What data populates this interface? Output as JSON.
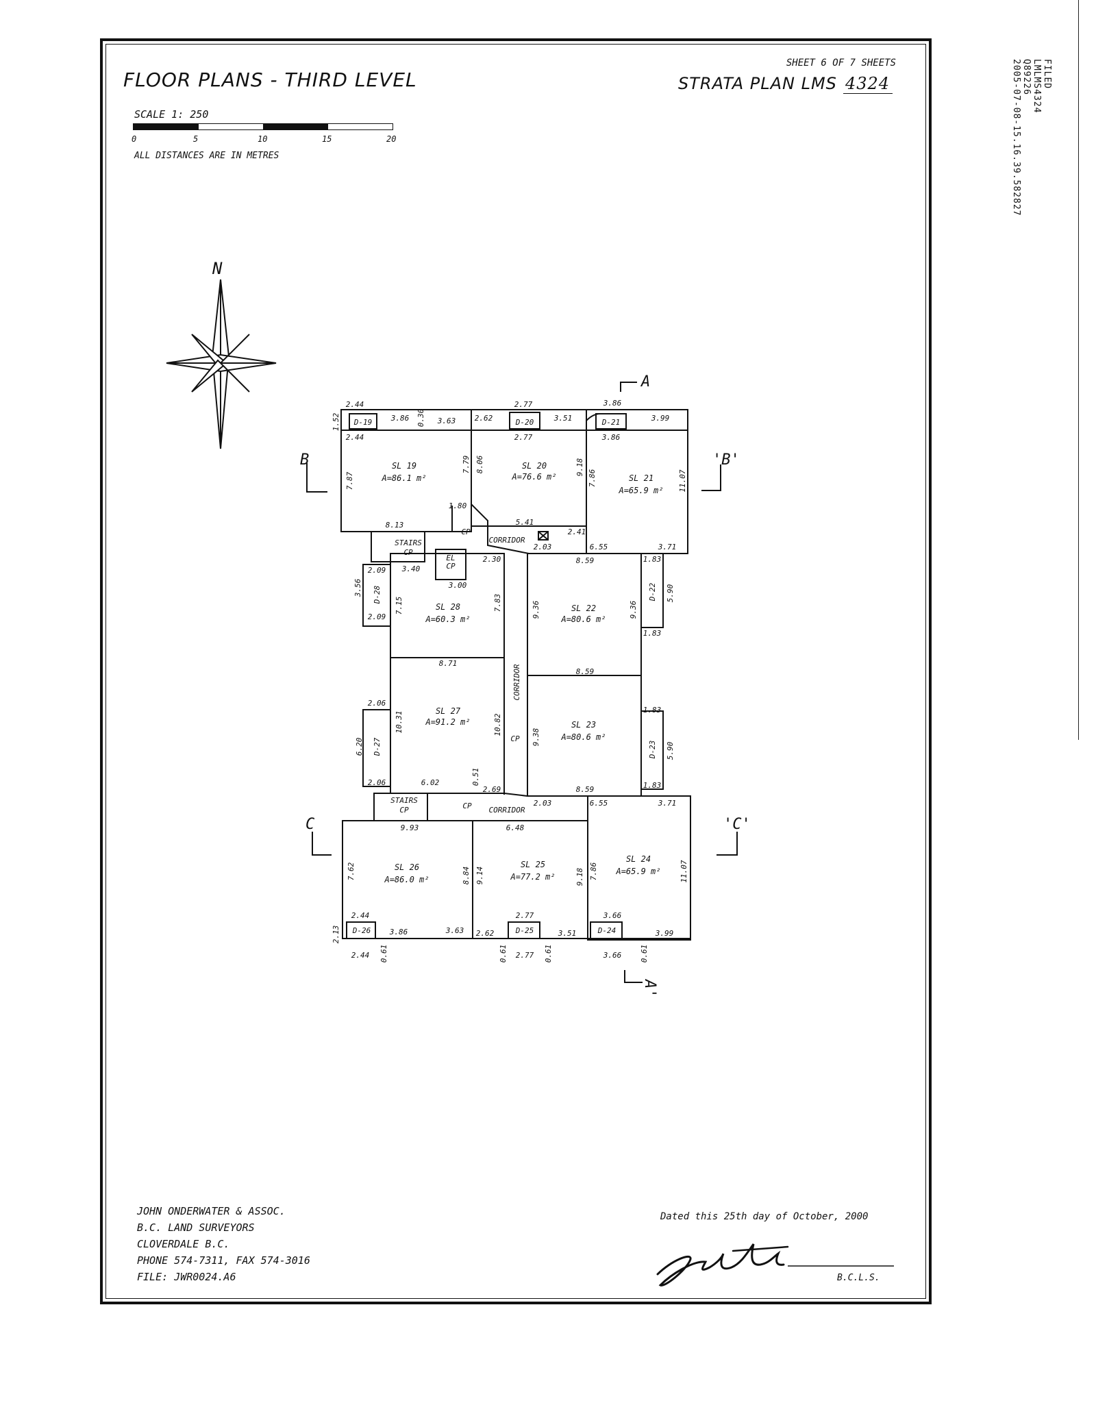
{
  "sheet": {
    "title": "FLOOR PLANS - THIRD LEVEL",
    "sheet_label": "SHEET 6 OF 7 SHEETS",
    "plan_label": "STRATA PLAN LMS",
    "plan_number": "4324"
  },
  "scale": {
    "label": "SCALE 1: 250",
    "ticks": [
      "0",
      "5",
      "10",
      "15",
      "20"
    ],
    "note": "ALL DISTANCES ARE IN METRES"
  },
  "side_stamp": [
    "FILED",
    "LMLMS4324",
    "Q89226",
    "2005-07-08-15.16.39.582827"
  ],
  "compass": {
    "label": "N"
  },
  "sections": [
    "A",
    "A'",
    "B",
    "'B'",
    "C",
    "'C'"
  ],
  "lots": [
    {
      "name": "SL 19",
      "area": "A=86.1 m²"
    },
    {
      "name": "SL 20",
      "area": "A=76.6 m²"
    },
    {
      "name": "SL 21",
      "area": "A=65.9 m²"
    },
    {
      "name": "SL 22",
      "area": "A=80.6 m²"
    },
    {
      "name": "SL 23",
      "area": "A=80.6 m²"
    },
    {
      "name": "SL 24",
      "area": "A=65.9 m²"
    },
    {
      "name": "SL 25",
      "area": "A=77.2 m²"
    },
    {
      "name": "SL 26",
      "area": "A=86.0 m²"
    },
    {
      "name": "SL 27",
      "area": "A=91.2 m²"
    },
    {
      "name": "SL 28",
      "area": "A=60.3 m²"
    }
  ],
  "decks": [
    "D-19",
    "D-20",
    "D-21",
    "D-22",
    "D-23",
    "D-24",
    "D-25",
    "D-26",
    "D-27",
    "D-28"
  ],
  "common": {
    "stairs": "STAIRS",
    "cp": "CP",
    "corridor": "CORRIDOR",
    "el": "EL"
  },
  "dims": {
    "top_row": [
      "2.44",
      "3.86",
      "3.63",
      "2.77",
      "2.62",
      "3.51",
      "3.86",
      "3.99",
      "1.52",
      "0.30"
    ],
    "mid": [
      "8.13",
      "5.41",
      "6.55",
      "3.71",
      "8.59",
      "8.71",
      "3.40",
      "3.00",
      "2.30",
      "2.09",
      "1.83",
      "1.80",
      "2.41",
      "2.03"
    ],
    "bottom": [
      "9.93",
      "6.48",
      "6.55",
      "3.71",
      "6.02",
      "2.69",
      "0.51",
      "2.06",
      "2.44",
      "2.77",
      "3.66",
      "2.13",
      "0.61"
    ],
    "vertical": [
      "7.87",
      "7.79",
      "8.06",
      "9.18",
      "7.86",
      "11.07",
      "7.15",
      "7.83",
      "9.36",
      "10.31",
      "10.82",
      "9.38",
      "5.90",
      "6.20",
      "3.56",
      "7.62",
      "8.84",
      "9.14"
    ]
  },
  "footer": {
    "firm": [
      "JOHN ONDERWATER & ASSOC.",
      "B.C. LAND SURVEYORS",
      "CLOVERDALE B.C.",
      "PHONE 574-7311, FAX 574-3016",
      "FILE: JWR0024.A6"
    ],
    "dated": "Dated this 25th day of October, 2000",
    "bcls": "B.C.L.S."
  }
}
